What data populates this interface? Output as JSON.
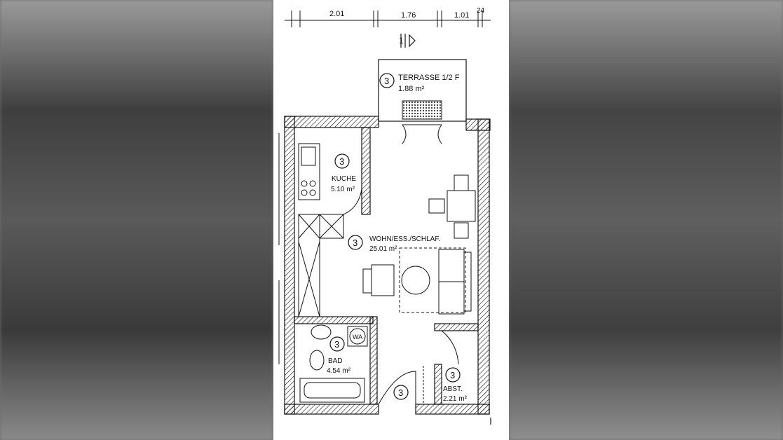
{
  "dimensions": {
    "d1": "2.01",
    "d2": "1.76",
    "d3": "1.01",
    "d4": "24"
  },
  "rooms": {
    "terrace": {
      "marker": "3",
      "name": "TERRASSE 1/2 F",
      "area": "1.88 m²"
    },
    "kitchen": {
      "marker": "3",
      "name": "KUCHE",
      "area": "5.10 m²"
    },
    "living": {
      "marker": "3",
      "name": "WOHN/ESS./SCHLAF.",
      "area": "25.01 m²"
    },
    "bath": {
      "marker": "3",
      "name": "BAD",
      "area": "4.54 m²",
      "fixture": "WA"
    },
    "storage": {
      "marker": "3",
      "name": "ABST.",
      "area": "2.21 m²"
    },
    "hall": {
      "marker": "3"
    }
  },
  "north": {
    "label": "1"
  },
  "colors": {
    "line": "#111111",
    "page": "#ffffff",
    "background": "#6f6f6f"
  }
}
